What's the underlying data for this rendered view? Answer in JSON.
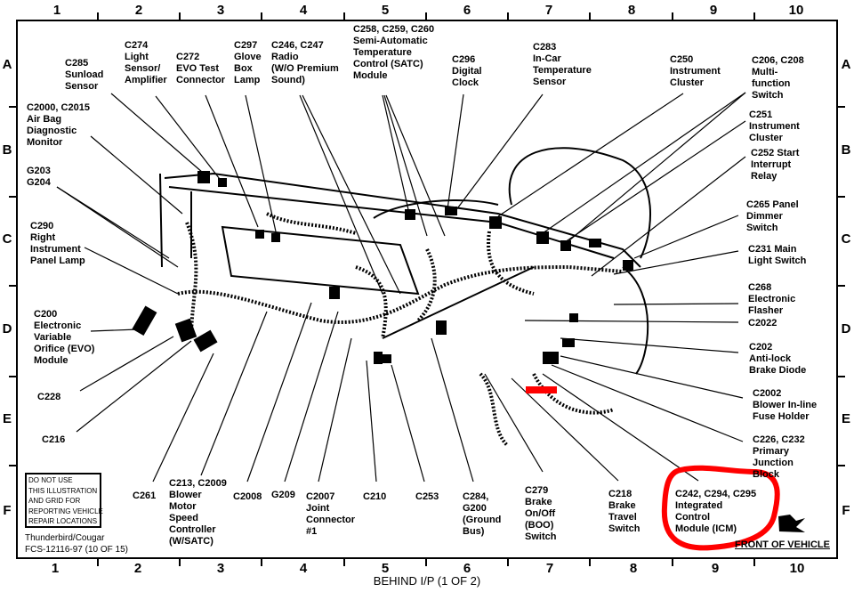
{
  "grid": {
    "columns": [
      "1",
      "2",
      "3",
      "4",
      "5",
      "6",
      "7",
      "8",
      "9",
      "10"
    ],
    "rows": [
      "A",
      "B",
      "C",
      "D",
      "E",
      "F"
    ]
  },
  "labels": {
    "c285": "C285\nSunload\nSensor",
    "c274": "C274\nLight\nSensor/\nAmplifier",
    "c272": "C272\nEVO Test\nConnector",
    "c297": "C297\nGlove\nBox\nLamp",
    "c246": "C246, C247\nRadio\n(W/O Premium\nSound)",
    "c258": "C258, C259, C260\nSemi-Automatic\nTemperature\nControl (SATC)\nModule",
    "c296": "C296\nDigital\nClock",
    "c283": "C283\nIn-Car\nTemperature\nSensor",
    "c250": "C250\nInstrument\nCluster",
    "c206": "C206, C208\nMulti-\nfunction\nSwitch",
    "c251": "C251\nInstrument\nCluster",
    "c252": "C252 Start\nInterrupt\nRelay",
    "c265": "C265 Panel\nDimmer\nSwitch",
    "c231": "C231 Main\nLight Switch",
    "c268": "C268\nElectronic\nFlasher",
    "c2022": "C2022",
    "c202": "C202\nAnti-lock\nBrake Diode",
    "c2002": "C2002\nBlower In-line\nFuse Holder",
    "c226": "C226, C232\nPrimary\nJunction\nBlock",
    "c242": "C242, C294, C295\nIntegrated\nControl\nModule (ICM)",
    "c2000": "C2000, C2015\nAir Bag\nDiagnostic\nMonitor",
    "g203": "G203\nG204",
    "c290": "C290\nRight\nInstrument\nPanel Lamp",
    "c200": "C200\nElectronic\nVariable\nOrifice (EVO)\nModule",
    "c228": "C228",
    "c216": "C216",
    "c261": "C261",
    "c213": "C213, C2009\nBlower\nMotor\nSpeed\nController\n(W/SATC)",
    "c2008": "C2008",
    "g209": "G209",
    "c2007": "C2007\nJoint\nConnector\n#1",
    "c210": "C210",
    "c253": "C253",
    "c284": "C284,\nG200\n(Ground\nBus)",
    "c279": "C279\nBrake\nOn/Off\n(BOO)\nSwitch",
    "c218": "C218\nBrake\nTravel\nSwitch"
  },
  "notice": "DO NOT USE\nTHIS ILLUSTRATION\nAND GRID FOR\nREPORTING VEHICLE\nREPAIR LOCATIONS",
  "vehicle": "Thunderbird/Cougar",
  "document_code": "FCS-12116-97 (10 OF 15)",
  "front_label": "FRONT OF VEHICLE",
  "footer": "BEHIND I/P (1 OF 2)",
  "colors": {
    "annotation": "#ff0000"
  }
}
